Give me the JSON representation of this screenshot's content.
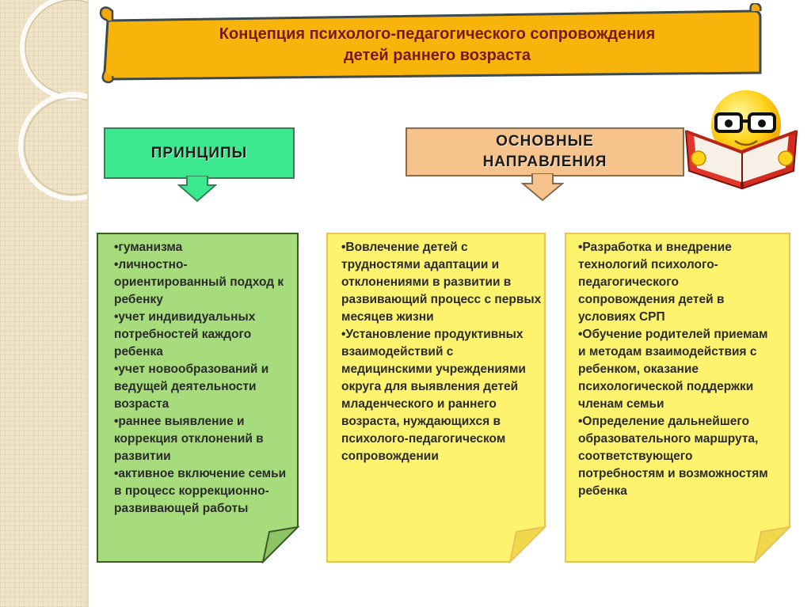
{
  "title": {
    "line1": "Концепция психолого-педагогического сопровождения",
    "line2": "детей раннего возраста"
  },
  "principles": {
    "header": "ПРИНЦИПЫ",
    "items": [
      "•гуманизма",
      "•личностно-ориентированный подход к ребенку",
      "•учет индивидуальных потребностей каждого ребенка",
      "•учет новообразований и ведущей деятельности возраста",
      "•раннее выявление и коррекция отклонений в развитии",
      "•активное включение семьи в процесс коррекционно-развивающей работы"
    ]
  },
  "directions": {
    "header_line1": "ОСНОВНЫЕ",
    "header_line2": "НАПРАВЛЕНИЯ",
    "column1": [
      "•Вовлечение  детей с трудностями адаптации и отклонениями в развитии в развивающий процесс с первых месяцев жизни",
      "•Установление продуктивных взаимодействий с медицинскими учреждениями округа для выявления детей младенческого и раннего возраста, нуждающихся в психолого-педагогическом сопровождении"
    ],
    "column2": [
      "•Разработка и внедрение технологий психолого-педагогического сопровождения детей в условиях СРП",
      "•Обучение родителей приемам и методам взаимодействия с ребенком, оказание психологической поддержки членам семьи",
      "•Определение дальнейшего образовательного маршрута, соответствующего потребностям и возможностям ребенка"
    ]
  },
  "colors": {
    "title_fill": "#f9b40c",
    "title_text": "#7a1818",
    "principles_header": "#3ce88d",
    "directions_header": "#f7c38c",
    "principles_note": "#a6dc7b",
    "directions_note": "#fdf36c"
  },
  "icons": [
    "reading-smiley-icon",
    "arrow-down-icon"
  ]
}
